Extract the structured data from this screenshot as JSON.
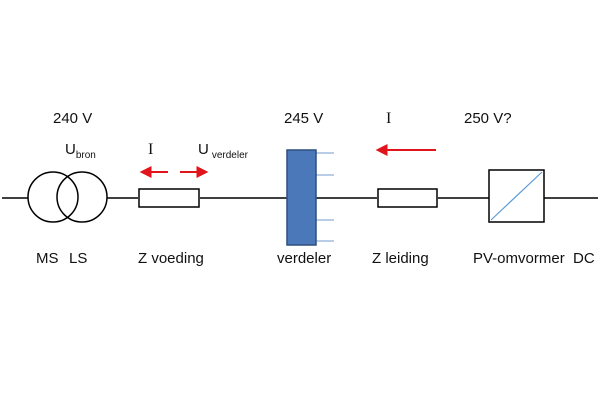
{
  "colors": {
    "line": "#000000",
    "distributor_fill": "#4a78b8",
    "distributor_stroke": "#2f4f7f",
    "outgoing_feeders": "#8fb0d8",
    "current_arrow": "#e0141a",
    "inverter_diagonal": "#5b9bd5"
  },
  "icons": {
    "transformer": "two-overlapping-circles-icon",
    "feed_impedance": "resistor-rectangle-icon",
    "distributor": "busbar-with-outgoing-feeders-icon",
    "line_impedance": "resistor-rectangle-icon",
    "inverter": "square-with-diagonal-icon",
    "current_direction": "red-arrow-icon"
  },
  "voltages": {
    "source": "240 V",
    "distributor": "245 V",
    "inverter": "250 V?"
  },
  "symbols": {
    "u_main": "U",
    "u_bron_sub": "bron",
    "u_verdeler_sub": "verdeler",
    "current_feed": "I",
    "current_line": "I"
  },
  "components": {
    "transformer_ms": "MS",
    "transformer_ls": "LS",
    "feed_impedance": "Z voeding",
    "distributor": "verdeler",
    "line_impedance": "Z leiding",
    "inverter": "PV-omvormer  DC"
  }
}
